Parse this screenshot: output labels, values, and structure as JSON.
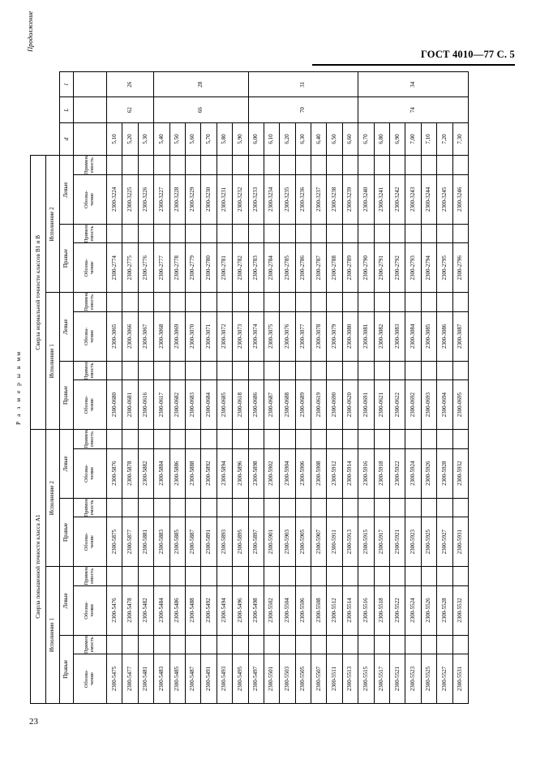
{
  "header": {
    "gost_line": "ГОСТ 4010—77 С. 5",
    "continuation": "Продолжение",
    "page_number": "23"
  },
  "table": {
    "size_caption": "Р а з м е р ы   в   мм",
    "groups": [
      {
        "title": "Сверла повышенной точности класса А1",
        "executions": [
          "Исполнение 1",
          "Исполнение 2"
        ]
      },
      {
        "title": "Сверла нормальной точности классов В1 и В",
        "executions": [
          "Исполнение 1",
          "Исполнение 2"
        ]
      }
    ],
    "hand_labels": {
      "right": "Правые",
      "left": "Левые"
    },
    "col_headers": {
      "designation": "Обозна-\nчение",
      "applicability": "Примена-\nемость"
    },
    "designation_label_line1": "Обозна-",
    "designation_label_line2": "чение",
    "applicability_label_line1": "Примена-",
    "applicability_label_line2": "емость",
    "param_headers": {
      "d": "d",
      "L": "L",
      "l": "l"
    },
    "length_groups": [
      {
        "l": "26",
        "L": "62",
        "span": 3
      },
      {
        "l": "28",
        "L": "66",
        "span": 6
      },
      {
        "l": "31",
        "L": "70",
        "span": 7
      },
      {
        "l": "34",
        "L": "74",
        "span": 7
      }
    ],
    "rows": [
      {
        "a1_e1_right": "2300-5475",
        "a1_e1_left": "2300-5476",
        "a1_e2_right": "2300-5875",
        "a1_e2_left": "2300-5876",
        "b_e1_right": "2300-0680",
        "b_e1_left": "2300-3065",
        "b_e2_right": "2300-2774",
        "b_e2_left": "2300-3224",
        "d": "5,10"
      },
      {
        "a1_e1_right": "2300-5477",
        "a1_e1_left": "2300-5478",
        "a1_e2_right": "2300-5877",
        "a1_e2_left": "2300-5878",
        "b_e1_right": "2300-0681",
        "b_e1_left": "2300-3066",
        "b_e2_right": "2300-2775",
        "b_e2_left": "2300-3225",
        "d": "5,20"
      },
      {
        "a1_e1_right": "2300-5481",
        "a1_e1_left": "2300-5482",
        "a1_e2_right": "2300-5881",
        "a1_e2_left": "2300-5882",
        "b_e1_right": "2300-0616",
        "b_e1_left": "2300-3067",
        "b_e2_right": "2300-2776",
        "b_e2_left": "2300-3226",
        "d": "5,30"
      },
      {
        "a1_e1_right": "2300-5483",
        "a1_e1_left": "2300-5484",
        "a1_e2_right": "2300-5883",
        "a1_e2_left": "2300-5884",
        "b_e1_right": "2300-0617",
        "b_e1_left": "2300-3068",
        "b_e2_right": "2300-2777",
        "b_e2_left": "2300-3227",
        "d": "5,40"
      },
      {
        "a1_e1_right": "2300-5485",
        "a1_e1_left": "2300-5486",
        "a1_e2_right": "2300-5885",
        "a1_e2_left": "2300-5886",
        "b_e1_right": "2300-0682",
        "b_e1_left": "2300-3069",
        "b_e2_right": "2300-2778",
        "b_e2_left": "2300-3228",
        "d": "5,50"
      },
      {
        "a1_e1_right": "2300-5487",
        "a1_e1_left": "2300-5488",
        "a1_e2_right": "2300-5887",
        "a1_e2_left": "2300-5888",
        "b_e1_right": "2300-0683",
        "b_e1_left": "2300-3070",
        "b_e2_right": "2300-2779",
        "b_e2_left": "2300-3229",
        "d": "5,60"
      },
      {
        "a1_e1_right": "2300-5491",
        "a1_e1_left": "2300-5492",
        "a1_e2_right": "2300-5891",
        "a1_e2_left": "2300-5892",
        "b_e1_right": "2300-0684",
        "b_e1_left": "2300-3071",
        "b_e2_right": "2300-2780",
        "b_e2_left": "2300-3230",
        "d": "5,70"
      },
      {
        "a1_e1_right": "2300-5493",
        "a1_e1_left": "2300-5494",
        "a1_e2_right": "2300-5893",
        "a1_e2_left": "2300-5894",
        "b_e1_right": "2300-0685",
        "b_e1_left": "2300-3072",
        "b_e2_right": "2300-2781",
        "b_e2_left": "2300-3231",
        "d": "5,80"
      },
      {
        "a1_e1_right": "2300-5495",
        "a1_e1_left": "2300-5496",
        "a1_e2_right": "2300-5895",
        "a1_e2_left": "2300-5896",
        "b_e1_right": "2300-0618",
        "b_e1_left": "2300-3073",
        "b_e2_right": "2300-2782",
        "b_e2_left": "2300-3232",
        "d": "5,90"
      },
      {
        "a1_e1_right": "2300-5497",
        "a1_e1_left": "2300-5498",
        "a1_e2_right": "2300-5897",
        "a1_e2_left": "2300-5898",
        "b_e1_right": "2300-0686",
        "b_e1_left": "2300-3074",
        "b_e2_right": "2300-2783",
        "b_e2_left": "2300-3233",
        "d": "6,00"
      },
      {
        "a1_e1_right": "2300-5501",
        "a1_e1_left": "2300-5502",
        "a1_e2_right": "2300-5901",
        "a1_e2_left": "2300-5902",
        "b_e1_right": "2300-0687",
        "b_e1_left": "2300-3075",
        "b_e2_right": "2300-2784",
        "b_e2_left": "2300-3234",
        "d": "6,10"
      },
      {
        "a1_e1_right": "2300-5503",
        "a1_e1_left": "2300-5504",
        "a1_e2_right": "2300-5903",
        "a1_e2_left": "2300-5904",
        "b_e1_right": "2300-0688",
        "b_e1_left": "2300-3076",
        "b_e2_right": "2300-2785",
        "b_e2_left": "2300-3235",
        "d": "6,20"
      },
      {
        "a1_e1_right": "2300-5505",
        "a1_e1_left": "2300-5506",
        "a1_e2_right": "2300-5905",
        "a1_e2_left": "2300-5906",
        "b_e1_right": "2300-0689",
        "b_e1_left": "2300-3077",
        "b_e2_right": "2300-2786",
        "b_e2_left": "2300-3236",
        "d": "6,30"
      },
      {
        "a1_e1_right": "2300-5507",
        "a1_e1_left": "2300-5508",
        "a1_e2_right": "2300-5907",
        "a1_e2_left": "2300-5908",
        "b_e1_right": "2300-0619",
        "b_e1_left": "2300-3078",
        "b_e2_right": "2300-2787",
        "b_e2_left": "2300-3237",
        "d": "6,40"
      },
      {
        "a1_e1_right": "2300-5511",
        "a1_e1_left": "2300-5512",
        "a1_e2_right": "2300-5911",
        "a1_e2_left": "2300-5912",
        "b_e1_right": "2300-0690",
        "b_e1_left": "2300-3079",
        "b_e2_right": "2300-2788",
        "b_e2_left": "2300-3238",
        "d": "6,50"
      },
      {
        "a1_e1_right": "2300-5513",
        "a1_e1_left": "2300-5514",
        "a1_e2_right": "2300-5913",
        "a1_e2_left": "2300-5914",
        "b_e1_right": "2300-0620",
        "b_e1_left": "2300-3080",
        "b_e2_right": "2300-2789",
        "b_e2_left": "2300-3239",
        "d": "6,60"
      },
      {
        "a1_e1_right": "2300-5515",
        "a1_e1_left": "2300-5516",
        "a1_e2_right": "2300-5915",
        "a1_e2_left": "2300-5916",
        "b_e1_right": "2300-0691",
        "b_e1_left": "2300-3081",
        "b_e2_right": "2300-2790",
        "b_e2_left": "2300-3240",
        "d": "6,70"
      },
      {
        "a1_e1_right": "2300-5517",
        "a1_e1_left": "2300-5518",
        "a1_e2_right": "2300-5917",
        "a1_e2_left": "2300-5918",
        "b_e1_right": "2300-0621",
        "b_e1_left": "2300-3082",
        "b_e2_right": "2300-2791",
        "b_e2_left": "2300-3241",
        "d": "6,80"
      },
      {
        "a1_e1_right": "2300-5521",
        "a1_e1_left": "2300-5522",
        "a1_e2_right": "2300-5921",
        "a1_e2_left": "2300-5922",
        "b_e1_right": "2300-0622",
        "b_e1_left": "2300-3083",
        "b_e2_right": "2300-2792",
        "b_e2_left": "2300-3242",
        "d": "6,90"
      },
      {
        "a1_e1_right": "2300-5523",
        "a1_e1_left": "2300-5524",
        "a1_e2_right": "2300-5923",
        "a1_e2_left": "2300-5924",
        "b_e1_right": "2300-0692",
        "b_e1_left": "2300-3084",
        "b_e2_right": "2300-2793",
        "b_e2_left": "2300-3243",
        "d": "7,00"
      },
      {
        "a1_e1_right": "2300-5525",
        "a1_e1_left": "2300-5526",
        "a1_e2_right": "2300-5925",
        "a1_e2_left": "2300-5926",
        "b_e1_right": "2300-0693",
        "b_e1_left": "2300-3085",
        "b_e2_right": "2300-2794",
        "b_e2_left": "2300-3244",
        "d": "7,10"
      },
      {
        "a1_e1_right": "2300-5527",
        "a1_e1_left": "2300-5528",
        "a1_e2_right": "2300-5927",
        "a1_e2_left": "2300-5928",
        "b_e1_right": "2300-0694",
        "b_e1_left": "2300-3086",
        "b_e2_right": "2300-2795",
        "b_e2_left": "2300-3245",
        "d": "7,20"
      },
      {
        "a1_e1_right": "2300-5531",
        "a1_e1_left": "2300-5532",
        "a1_e2_right": "2300-5931",
        "a1_e2_left": "2300-5932",
        "b_e1_right": "2300-0695",
        "b_e1_left": "2300-3087",
        "b_e2_right": "2300-2796",
        "b_e2_left": "2300-3246",
        "d": "7,30"
      }
    ]
  }
}
